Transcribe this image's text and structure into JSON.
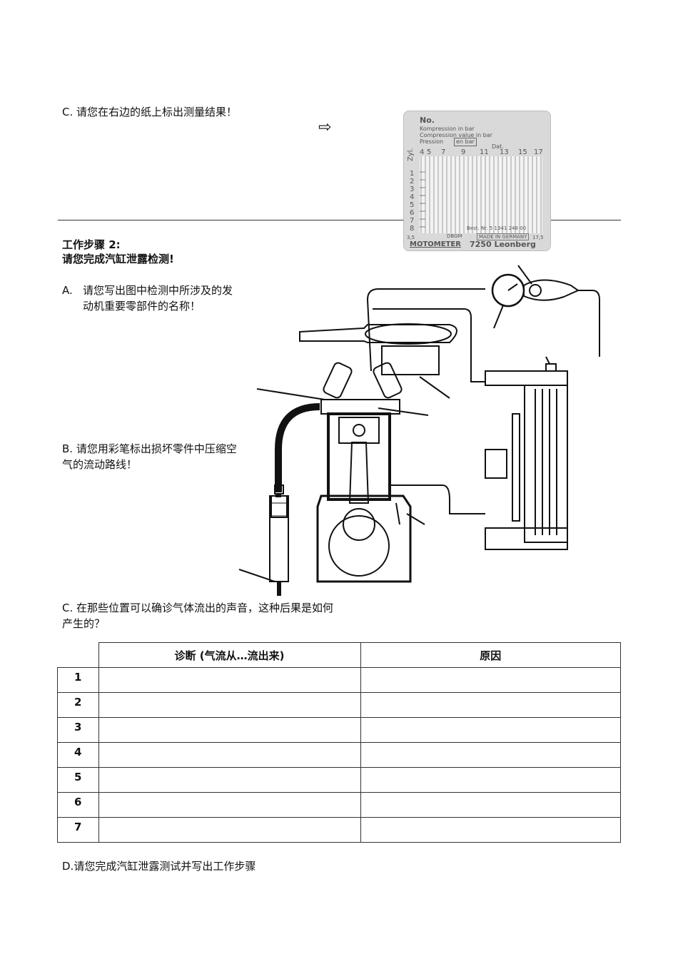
{
  "section_c1": {
    "text": "C. 请您在右边的纸上标出测量结果！"
  },
  "arrow_glyph": "⇨",
  "card": {
    "no": "No.",
    "line1": "Kompression in bar",
    "line2": "Compression value in bar",
    "line3a": "Pression",
    "line3b": "en bar",
    "dat": "Dat.",
    "top_scale": [
      "4",
      "5",
      "7",
      "9",
      "11",
      "13",
      "15",
      "17"
    ],
    "zyl": "Zyl.",
    "rows": [
      "1",
      "2",
      "3",
      "4",
      "5",
      "6",
      "7",
      "8"
    ],
    "bottom_left": "3,5",
    "bottom_right": "17,5",
    "best_nr": "Best. Nr. 5 1341 248 00",
    "dbgm": "DBGM",
    "made": "MADE IN GERMANY",
    "brand": "MOTOMETER",
    "city": "7250 Leonberg"
  },
  "step2": {
    "title": "工作步骤 2:",
    "subtitle": "请您完成汽缸泄露检测!"
  },
  "section_a": {
    "label": "A.",
    "text": "请您写出图中检测中所涉及的发动机重要零部件的名称！"
  },
  "section_b": {
    "text": "B. 请您用彩笔标出损坏零件中压缩空气的流动路线！"
  },
  "section_c2": {
    "text": "C. 在那些位置可以确诊气体流出的声音，这种后果是如何产生的？"
  },
  "table": {
    "headers": [
      "",
      "诊断 (气流从…流出来)",
      "原因"
    ],
    "rows": [
      {
        "num": "1",
        "diagnosis": "",
        "cause": ""
      },
      {
        "num": "2",
        "diagnosis": "",
        "cause": ""
      },
      {
        "num": "3",
        "diagnosis": "",
        "cause": ""
      },
      {
        "num": "4",
        "diagnosis": "",
        "cause": ""
      },
      {
        "num": "5",
        "diagnosis": "",
        "cause": ""
      },
      {
        "num": "6",
        "diagnosis": "",
        "cause": ""
      },
      {
        "num": "7",
        "diagnosis": "",
        "cause": ""
      }
    ]
  },
  "section_d": {
    "text": "D.请您完成汽缸泄露测试并写出工作步骤"
  }
}
